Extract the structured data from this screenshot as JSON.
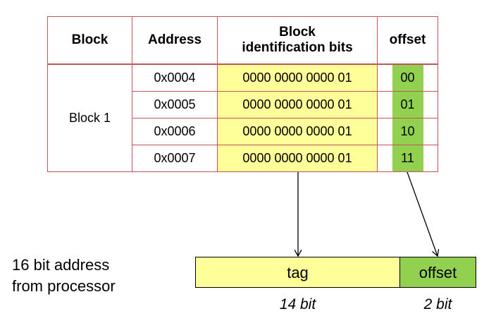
{
  "table": {
    "headers": {
      "block": "Block",
      "address": "Address",
      "bits_line1": "Block",
      "bits_line2": "identification bits",
      "offset": "offset"
    },
    "block_name": "Block 1",
    "rows": [
      {
        "address": "0x0004",
        "bits": "0000 0000 0000 01",
        "offset": "00"
      },
      {
        "address": "0x0005",
        "bits": "0000 0000 0000 01",
        "offset": "01"
      },
      {
        "address": "0x0006",
        "bits": "0000 0000 0000 01",
        "offset": "10"
      },
      {
        "address": "0x0007",
        "bits": "0000 0000 0000 01",
        "offset": "11"
      }
    ]
  },
  "address_bar": {
    "tag_label": "tag",
    "offset_label": "offset",
    "tag_bits": "14 bit",
    "offset_bits": "2 bit"
  },
  "processor_label": {
    "line1": "16 bit address",
    "line2": "from processor"
  },
  "colors": {
    "tag": "#ffff99",
    "offset": "#92d050",
    "table_border": "#c4545a"
  }
}
